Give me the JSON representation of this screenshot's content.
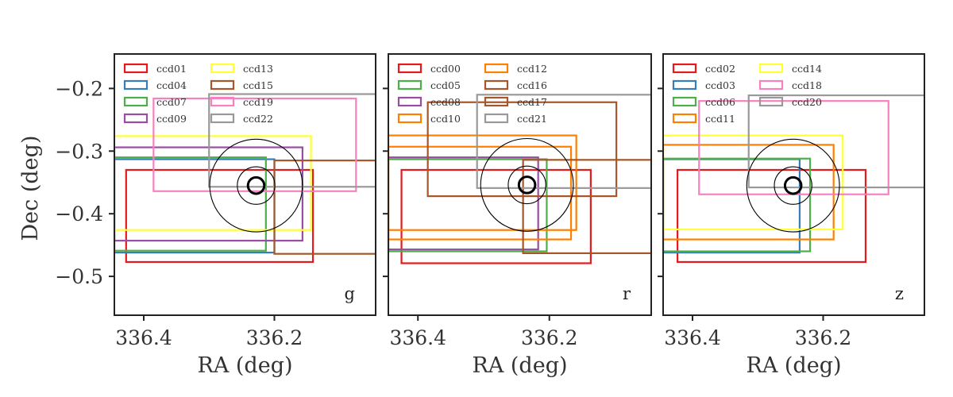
{
  "figure": {
    "xlabel": "RA (deg)",
    "ylabel": "Dec (deg)"
  },
  "chart_data": [
    {
      "type": "rectangles",
      "band": "g",
      "xlim": [
        336.445,
        336.045
      ],
      "ylim": [
        -0.562,
        -0.145
      ],
      "xticks": [
        336.4,
        336.2
      ],
      "xtick_labels": [
        "336.4",
        "336.2"
      ],
      "yticks": [
        -0.2,
        -0.3,
        -0.4,
        -0.5
      ],
      "ytick_labels": [
        "−0.2",
        "−0.3",
        "−0.4",
        "−0.5"
      ],
      "show_yticklabels": true,
      "legend": {
        "position": "top-left",
        "ncol": 2
      },
      "circles": {
        "center": [
          336.228,
          -0.355
        ],
        "radii": [
          0.074,
          0.03,
          0.013
        ]
      },
      "ccds": [
        {
          "name": "ccd01",
          "color": "#e41a1c",
          "ra": [
            336.427,
            336.141
          ],
          "dec": [
            -0.477,
            -0.33
          ]
        },
        {
          "name": "ccd04",
          "color": "#377eb8",
          "ra": [
            336.445,
            336.2
          ],
          "dec": [
            -0.462,
            -0.313
          ]
        },
        {
          "name": "ccd07",
          "color": "#4daf4a",
          "ra": [
            336.445,
            336.213
          ],
          "dec": [
            -0.459,
            -0.31
          ]
        },
        {
          "name": "ccd09",
          "color": "#984ea3",
          "ra": [
            336.445,
            336.157
          ],
          "dec": [
            -0.443,
            -0.294
          ]
        },
        {
          "name": "ccd13",
          "color": "#ffff33",
          "ra": [
            336.445,
            336.144
          ],
          "dec": [
            -0.426,
            -0.276
          ]
        },
        {
          "name": "ccd15",
          "color": "#a65628",
          "ra": [
            336.2,
            336.04
          ],
          "dec": [
            -0.464,
            -0.315
          ]
        },
        {
          "name": "ccd19",
          "color": "#f781bf",
          "ra": [
            336.385,
            336.075
          ],
          "dec": [
            -0.364,
            -0.216
          ]
        },
        {
          "name": "ccd22",
          "color": "#999999",
          "ra": [
            336.3,
            336.04
          ],
          "dec": [
            -0.357,
            -0.209
          ]
        }
      ]
    },
    {
      "type": "rectangles",
      "band": "r",
      "xlim": [
        336.445,
        336.045
      ],
      "ylim": [
        -0.562,
        -0.145
      ],
      "xticks": [
        336.4,
        336.2
      ],
      "xtick_labels": [
        "336.4",
        "336.2"
      ],
      "yticks": [
        -0.2,
        -0.3,
        -0.4,
        -0.5
      ],
      "ytick_labels": [
        "−0.2",
        "−0.3",
        "−0.4",
        "−0.5"
      ],
      "show_yticklabels": false,
      "legend": {
        "position": "top-left",
        "ncol": 2
      },
      "circles": {
        "center": [
          336.234,
          -0.354
        ],
        "radii": [
          0.074,
          0.03,
          0.013
        ]
      },
      "ccds": [
        {
          "name": "ccd00",
          "color": "#e41a1c",
          "ra": [
            336.425,
            336.137
          ],
          "dec": [
            -0.479,
            -0.33
          ]
        },
        {
          "name": "ccd05",
          "color": "#4daf4a",
          "ra": [
            336.445,
            336.204
          ],
          "dec": [
            -0.46,
            -0.313
          ]
        },
        {
          "name": "ccd08",
          "color": "#984ea3",
          "ra": [
            336.445,
            336.217
          ],
          "dec": [
            -0.457,
            -0.31
          ]
        },
        {
          "name": "ccd10",
          "color": "#ff7f00",
          "ra": [
            336.445,
            336.159
          ],
          "dec": [
            -0.426,
            -0.275
          ]
        },
        {
          "name": "ccd12",
          "color": "#ff7f00",
          "ra": [
            336.445,
            336.167
          ],
          "dec": [
            -0.441,
            -0.293
          ]
        },
        {
          "name": "ccd16",
          "color": "#a65628",
          "ra": [
            336.24,
            336.04
          ],
          "dec": [
            -0.463,
            -0.314
          ]
        },
        {
          "name": "ccd17",
          "color": "#a65628",
          "ra": [
            336.385,
            336.098
          ],
          "dec": [
            -0.372,
            -0.222
          ]
        },
        {
          "name": "ccd21",
          "color": "#999999",
          "ra": [
            336.31,
            336.04
          ],
          "dec": [
            -0.359,
            -0.21
          ]
        }
      ]
    },
    {
      "type": "rectangles",
      "band": "z",
      "xlim": [
        336.445,
        336.045
      ],
      "ylim": [
        -0.562,
        -0.145
      ],
      "xticks": [
        336.4,
        336.2
      ],
      "xtick_labels": [
        "336.4",
        "336.2"
      ],
      "yticks": [
        -0.2,
        -0.3,
        -0.4,
        -0.5
      ],
      "ytick_labels": [
        "−0.2",
        "−0.3",
        "−0.4",
        "−0.5"
      ],
      "show_yticklabels": false,
      "legend": {
        "position": "top-left",
        "ncol": 2
      },
      "circles": {
        "center": [
          336.246,
          -0.355
        ],
        "radii": [
          0.074,
          0.03,
          0.013
        ]
      },
      "ccds": [
        {
          "name": "ccd02",
          "color": "#e41a1c",
          "ra": [
            336.423,
            336.135
          ],
          "dec": [
            -0.477,
            -0.33
          ]
        },
        {
          "name": "ccd03",
          "color": "#377eb8",
          "ra": [
            336.445,
            336.236
          ],
          "dec": [
            -0.462,
            -0.313
          ]
        },
        {
          "name": "ccd06",
          "color": "#4daf4a",
          "ra": [
            336.445,
            336.22
          ],
          "dec": [
            -0.46,
            -0.312
          ]
        },
        {
          "name": "ccd11",
          "color": "#ff7f00",
          "ra": [
            336.445,
            336.184
          ],
          "dec": [
            -0.441,
            -0.29
          ]
        },
        {
          "name": "ccd14",
          "color": "#ffff33",
          "ra": [
            336.445,
            336.17
          ],
          "dec": [
            -0.425,
            -0.275
          ]
        },
        {
          "name": "ccd18",
          "color": "#f781bf",
          "ra": [
            336.39,
            336.1
          ],
          "dec": [
            -0.369,
            -0.22
          ]
        },
        {
          "name": "ccd20",
          "color": "#999999",
          "ra": [
            336.314,
            336.04
          ],
          "dec": [
            -0.358,
            -0.211
          ]
        }
      ]
    }
  ]
}
